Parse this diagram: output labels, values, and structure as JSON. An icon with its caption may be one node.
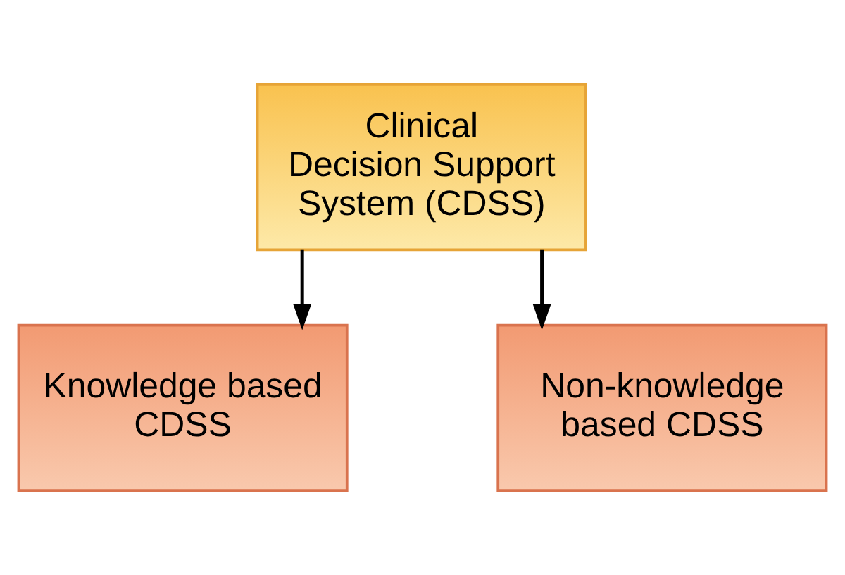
{
  "diagram": {
    "nodes": [
      {
        "text": [
          "Clinical Decision Support System (CDSS)"
        ]
      },
      {
        "text": [
          "Knowledge based CDSS"
        ]
      },
      {
        "text": [
          "Non-knowledge based CDSS"
        ]
      }
    ],
    "edges": [
      {
        "from": 0,
        "to": 1,
        "arrow": "to"
      },
      {
        "from": 0,
        "to": 2,
        "arrow": "to"
      }
    ]
  }
}
